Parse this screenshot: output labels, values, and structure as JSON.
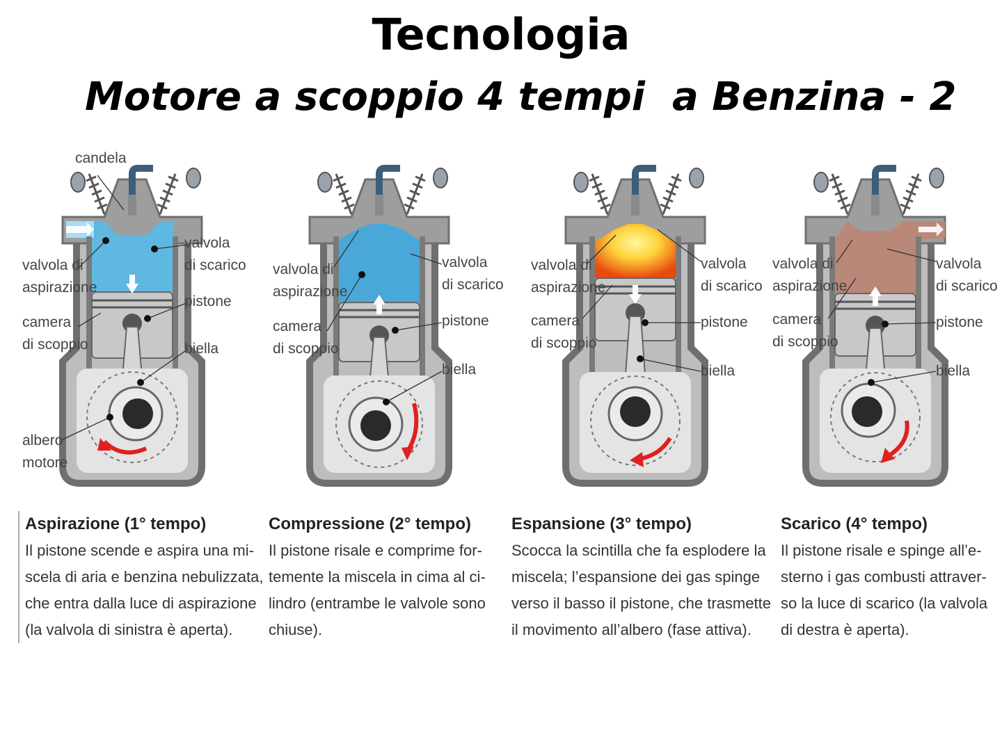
{
  "header": {
    "title": "Tecnologia",
    "subtitle": "Motore a scoppio 4 tempi  a Benzina - 2"
  },
  "colors": {
    "intake_mixture": "#5fb8e0",
    "compressed_mixture": "#4aa8d8",
    "explosion_core": "#ffe25a",
    "explosion_edge": "#e84a10",
    "exhaust_gas": "#b98878",
    "casing": "#7f7f7f",
    "arrow": "#e02020"
  },
  "diagrams": [
    {
      "labels": {
        "spark_plug": "candela",
        "intake_valve": "valvola di\naspirazione",
        "exhaust_valve": "valvola\ndi scarico",
        "piston": "pistone",
        "chamber": "camera\ndi scoppio",
        "rod": "biella",
        "crankshaft": "albero\nmotore"
      }
    },
    {
      "labels": {
        "intake_valve": "valvola di\naspirazione",
        "exhaust_valve": "valvola\ndi scarico",
        "piston": "pistone",
        "chamber": "camera\ndi scoppio",
        "rod": "biella"
      }
    },
    {
      "labels": {
        "intake_valve": "valvola di\naspirazione",
        "exhaust_valve": "valvola\ndi scarico",
        "piston": "pistone",
        "chamber": "camera\ndi scoppio",
        "rod": "biella"
      }
    },
    {
      "labels": {
        "intake_valve": "valvola di\naspirazione",
        "exhaust_valve": "valvola\ndi scarico",
        "piston": "pistone",
        "chamber": "camera\ndi scoppio",
        "rod": "biella"
      }
    }
  ],
  "phases": [
    {
      "title": "Aspirazione (1° tempo)",
      "text": "Il pistone scende e aspira una mi-\nscela di aria e benzina nebulizzata,\nche entra dalla luce di aspirazione\n(la valvola di sinistra è aperta)."
    },
    {
      "title": "Compressione (2° tempo)",
      "text": "Il pistone risale e comprime for-\ntemente la miscela in cima al ci-\nlindro (entrambe le valvole sono\nchiuse)."
    },
    {
      "title": "Espansione (3° tempo)",
      "text": "Scocca la scintilla che fa esplodere la\nmiscela; l’espansione dei gas spinge\nverso il basso il pistone, che trasmette\nil movimento all’albero (fase attiva)."
    },
    {
      "title": "Scarico (4° tempo)",
      "text": "Il pistone risale e spinge all’e-\nsterno i gas combusti attraver-\nso la luce di scarico (la valvola\ndi destra è aperta)."
    }
  ]
}
